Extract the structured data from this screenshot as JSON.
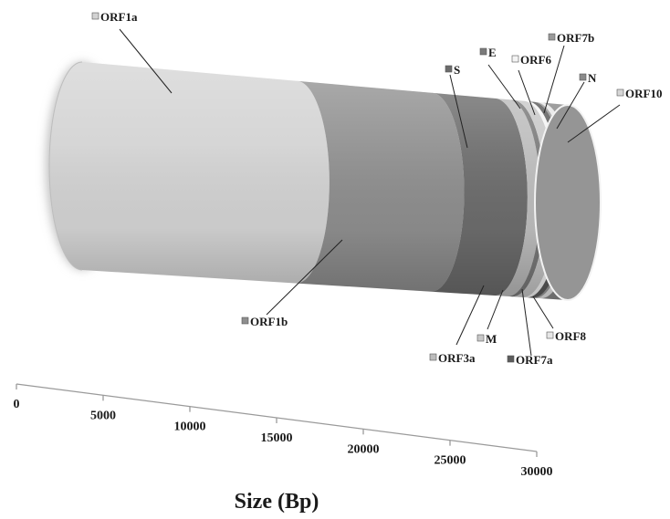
{
  "chart_data": {
    "type": "bar",
    "orientation": "horizontal-stacked-3d-cylinder",
    "xlabel": "Size (Bp)",
    "xlim": [
      0,
      30000
    ],
    "ticks": [
      "0",
      "5000",
      "10000",
      "15000",
      "20000",
      "25000",
      "30000"
    ],
    "grid": false,
    "segments": [
      {
        "name": "ORF1a",
        "start": 0,
        "end": 13200,
        "color": "#d2d2d2"
      },
      {
        "name": "ORF1b",
        "start": 13200,
        "end": 21500,
        "color": "#8e8e8e"
      },
      {
        "name": "S",
        "start": 21500,
        "end": 25400,
        "color": "#6c6c6c"
      },
      {
        "name": "ORF3a",
        "start": 25400,
        "end": 26200,
        "color": "#bcbcbc"
      },
      {
        "name": "E",
        "start": 26200,
        "end": 26500,
        "color": "#7a7a7a"
      },
      {
        "name": "M",
        "start": 26500,
        "end": 27150,
        "color": "#c8c8c8"
      },
      {
        "name": "ORF6",
        "start": 27150,
        "end": 27400,
        "color": "#f4f4f4"
      },
      {
        "name": "ORF7a",
        "start": 27400,
        "end": 27750,
        "color": "#5c5c5c"
      },
      {
        "name": "ORF7b",
        "start": 27750,
        "end": 27900,
        "color": "#9a9a9a"
      },
      {
        "name": "ORF8",
        "start": 27900,
        "end": 28250,
        "color": "#e6e6e6"
      },
      {
        "name": "N",
        "start": 28250,
        "end": 29550,
        "color": "#8a8a8a"
      },
      {
        "name": "ORF10",
        "start": 29550,
        "end": 29900,
        "color": "#d6d6d6"
      }
    ]
  }
}
